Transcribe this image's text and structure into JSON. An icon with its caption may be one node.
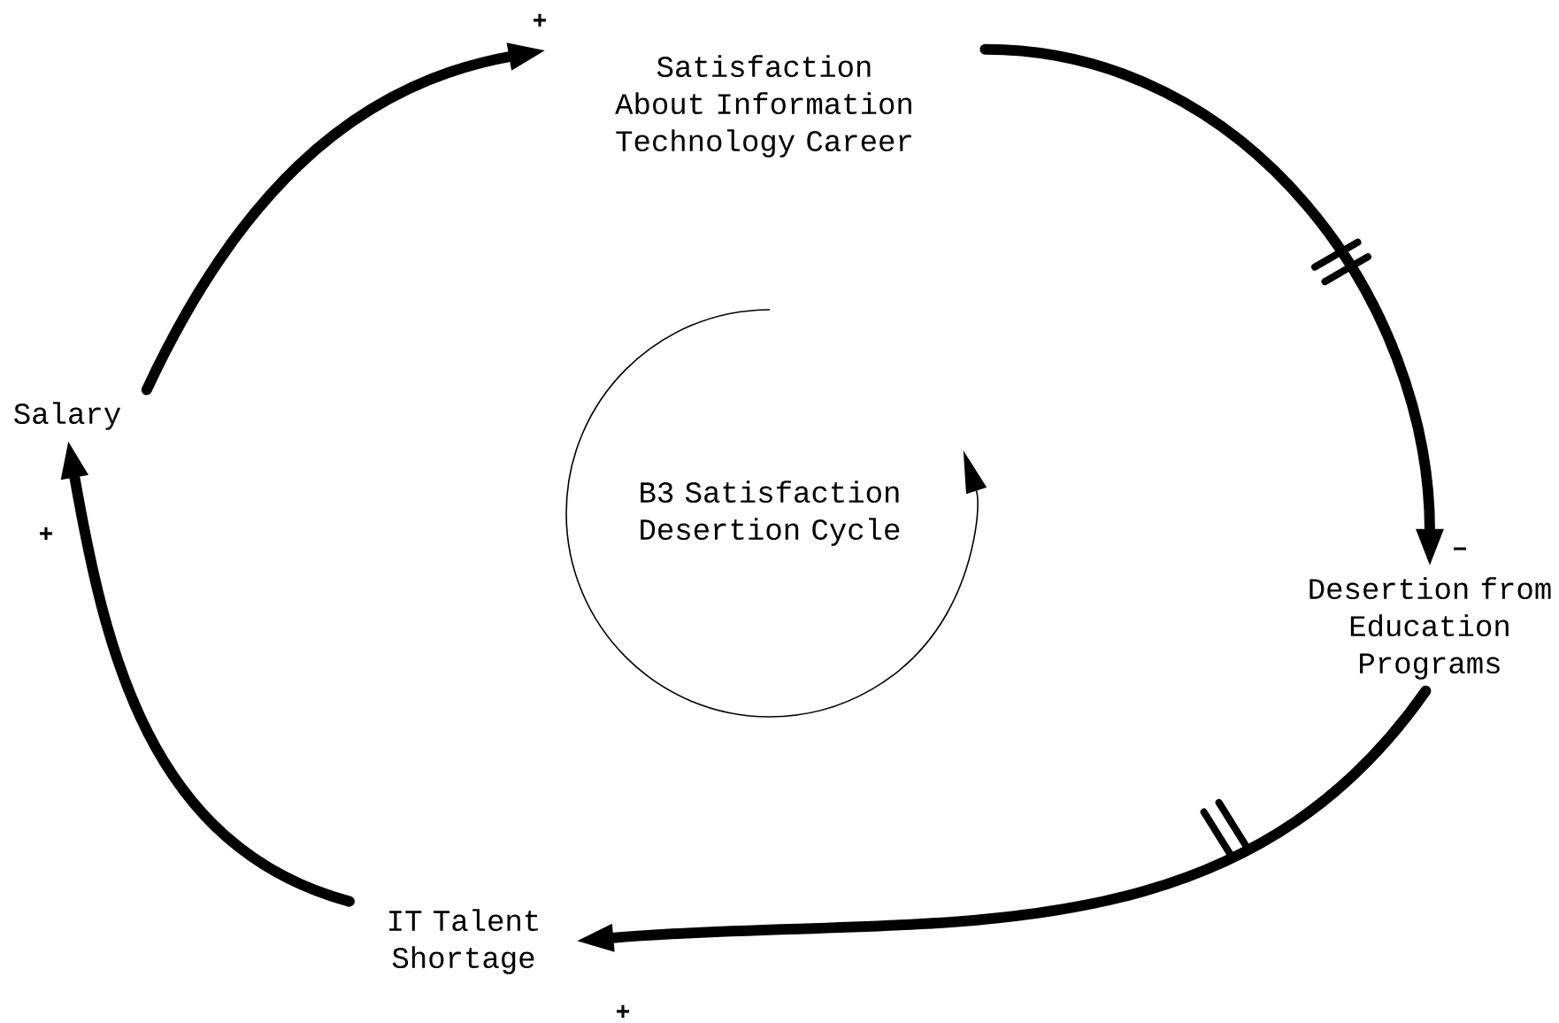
{
  "diagram": {
    "nodes": [
      {
        "text": [
          "Satisfaction About Information Technology Career"
        ]
      },
      {
        "text": [
          "Desertion from Education Programs"
        ]
      },
      {
        "text": [
          "IT Talent Shortage"
        ]
      },
      {
        "text": [
          "Salary"
        ]
      }
    ],
    "edges": [
      {
        "from": 3,
        "to": 0,
        "arrow": "to",
        "label": "+"
      },
      {
        "from": 0,
        "to": 1,
        "arrow": "to",
        "label": "−"
      },
      {
        "from": 1,
        "to": 2,
        "arrow": "to",
        "label": "+"
      },
      {
        "from": 2,
        "to": 3,
        "arrow": "to",
        "label": "+"
      }
    ],
    "labels": [
      "B3 Satisfaction Desertion Cycle"
    ]
  }
}
